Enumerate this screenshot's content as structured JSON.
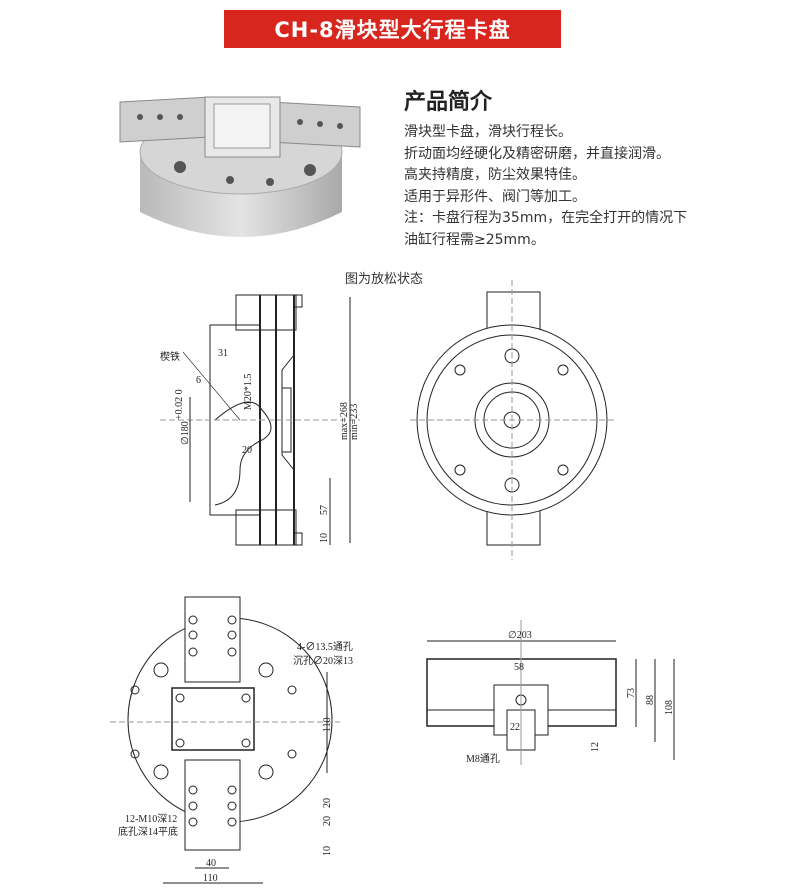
{
  "banner": {
    "title": "CH-8滑块型大行程卡盘",
    "color": "#d8261e"
  },
  "intro": {
    "heading": "产品简介",
    "lines": [
      "滑块型卡盘，滑块行程长。",
      "折动面均经硬化及精密研磨，并直接润滑。",
      "高夹持精度，防尘效果特佳。",
      "适用于异形件、阀门等加工。",
      "注：卡盘行程为35mm，在完全打开的情况下",
      "油缸行程需≥25mm。"
    ]
  },
  "caption": "图为放松状态",
  "section_view": {
    "wedge_label": "楔铁",
    "dim_31": "31",
    "dim_6": "6",
    "thread": "M20*1.5",
    "diameter": "∅180",
    "tolerance": "+0.02 0",
    "dim_20": "20",
    "stroke_max": "max=268",
    "stroke_min": "min=233",
    "dim_57": "57",
    "dim_10": "10"
  },
  "top_view": {
    "hole_note_1": "4-∅13.5通孔",
    "hole_note_2": "沉孔∅20深13",
    "tap_note_1": "12-M10深12",
    "tap_note_2": "底孔深14平底",
    "dim_110_v": "110",
    "dim_20a": "20",
    "dim_20b": "20",
    "dim_10": "10",
    "dim_40": "40",
    "dim_110_h": "110"
  },
  "side_view": {
    "diameter": "∅203",
    "dim_58": "58",
    "dim_22": "22",
    "dim_73": "73",
    "dim_88": "88",
    "dim_108": "108",
    "dim_12": "12",
    "m8_note": "M8通孔"
  }
}
